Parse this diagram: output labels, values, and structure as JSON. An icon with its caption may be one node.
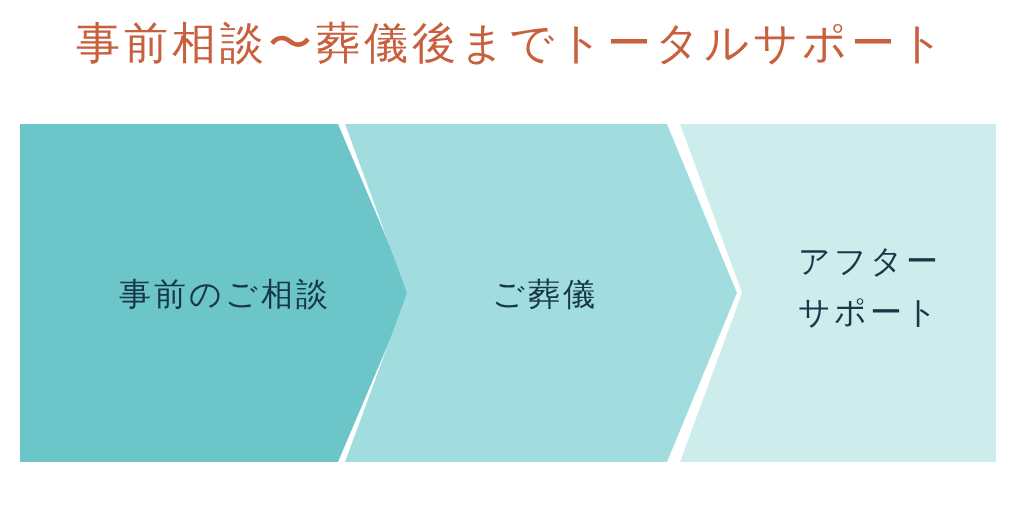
{
  "diagram": {
    "title": "事前相談〜葬儀後までトータルサポート",
    "nodes": [
      {
        "text": [
          "事前のご相談"
        ]
      },
      {
        "text": [
          "ご葬儀"
        ]
      },
      {
        "text": [
          "アフターサポート"
        ]
      }
    ]
  }
}
